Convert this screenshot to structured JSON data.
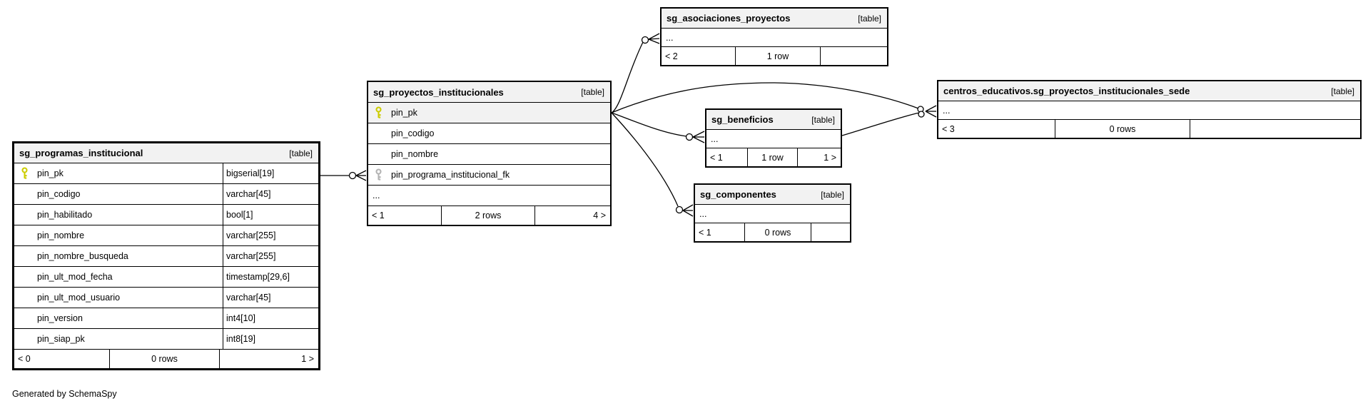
{
  "note": "Generated by SchemaSpy",
  "colors": {
    "primary_key_icon": "#cccc00",
    "foreign_key_icon": "#b3b3b3",
    "table_header_bg": "#f2f2f2",
    "edge": "#000000"
  },
  "tables": [
    {
      "name": "sg_programas_institucional",
      "tag": "[table]",
      "columns": [
        {
          "name": "pin_pk",
          "type": "bigserial[19]",
          "key": "primary"
        },
        {
          "name": "pin_codigo",
          "type": "varchar[45]"
        },
        {
          "name": "pin_habilitado",
          "type": "bool[1]"
        },
        {
          "name": "pin_nombre",
          "type": "varchar[255]"
        },
        {
          "name": "pin_nombre_busqueda",
          "type": "varchar[255]"
        },
        {
          "name": "pin_ult_mod_fecha",
          "type": "timestamp[29,6]"
        },
        {
          "name": "pin_ult_mod_usuario",
          "type": "varchar[45]"
        },
        {
          "name": "pin_version",
          "type": "int4[10]"
        },
        {
          "name": "pin_siap_pk",
          "type": "int8[19]"
        }
      ],
      "footer": {
        "left": "< 0",
        "center": "0 rows",
        "right": "1 >"
      }
    },
    {
      "name": "sg_proyectos_institucionales",
      "tag": "[table]",
      "columns": [
        {
          "name": "pin_pk",
          "key": "primary"
        },
        {
          "name": "pin_codigo"
        },
        {
          "name": "pin_nombre"
        },
        {
          "name": "pin_programa_institucional_fk",
          "key": "foreign"
        },
        {
          "name": "..."
        }
      ],
      "footer": {
        "left": "< 1",
        "center": "2 rows",
        "right": "4 >"
      }
    },
    {
      "name": "sg_asociaciones_proyectos",
      "tag": "[table]",
      "columns": [
        {
          "name": "..."
        }
      ],
      "footer": {
        "left": "< 2",
        "center": "1 row",
        "right": ""
      }
    },
    {
      "name": "sg_beneficios",
      "tag": "[table]",
      "columns": [
        {
          "name": "..."
        }
      ],
      "footer": {
        "left": "< 1",
        "center": "1 row",
        "right": "1 >"
      }
    },
    {
      "name": "centros_educativos.sg_proyectos_institucionales_sede",
      "tag": "[table]",
      "columns": [
        {
          "name": "..."
        }
      ],
      "footer": {
        "left": "< 3",
        "center": "0 rows",
        "right": ""
      }
    },
    {
      "name": "sg_componentes",
      "tag": "[table]",
      "columns": [
        {
          "name": "..."
        }
      ],
      "footer": {
        "left": "< 1",
        "center": "0 rows",
        "right": ""
      }
    }
  ]
}
